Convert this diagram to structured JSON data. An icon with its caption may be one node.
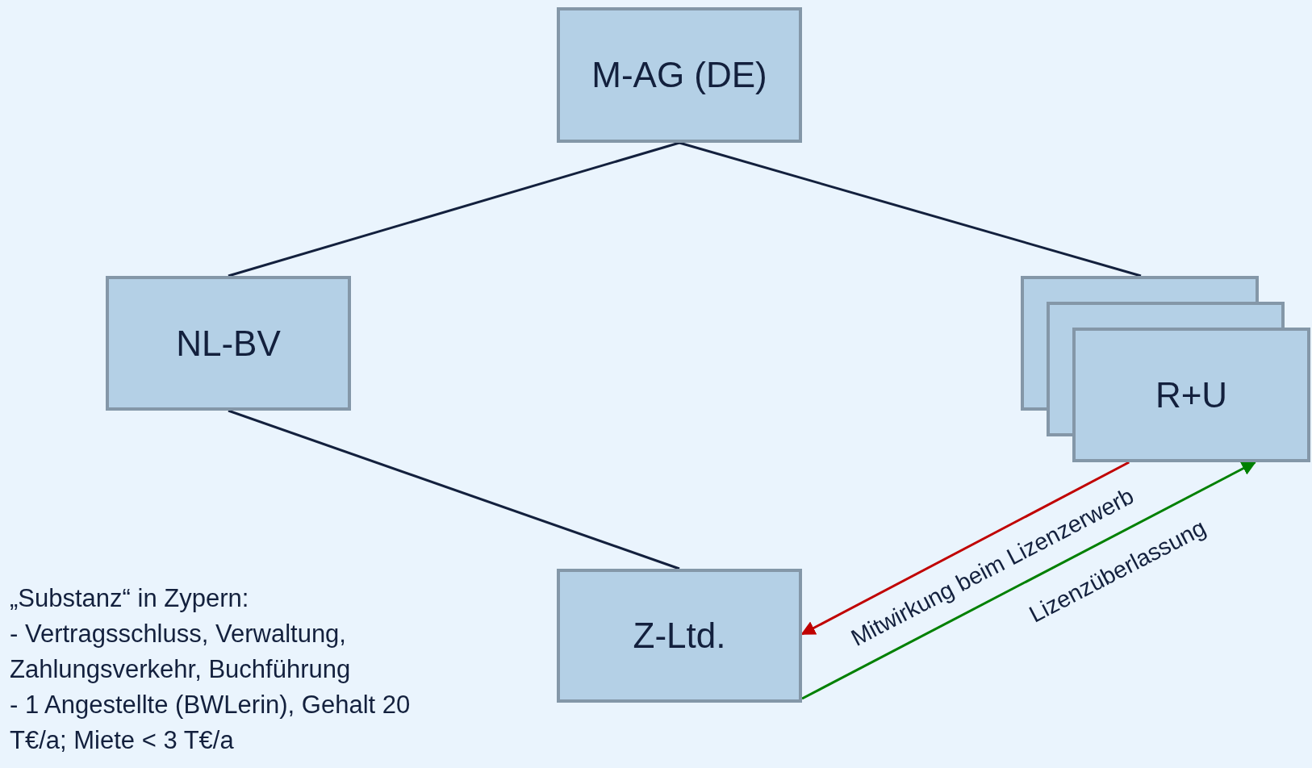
{
  "diagram": {
    "nodes": [
      {
        "text": [
          "M-AG (DE)"
        ]
      },
      {
        "text": [
          "NL-BV"
        ]
      },
      {
        "text": [
          "„Substanz“ in Zypern:",
          "- Vertragsschluss, Verwaltung, Zahlungsverkehr, Buchführung",
          "- 1 Angestellte (BWLerin), Gehalt 20 T€/a; Miete < 3 T€/a"
        ]
      },
      {
        "text": [
          "Z-Ltd."
        ]
      },
      {
        "text": [
          "R+U"
        ]
      }
    ],
    "edges": [
      {
        "from": 0,
        "to": 1,
        "arrow": "none"
      },
      {
        "from": 0,
        "to": 4,
        "arrow": "none"
      },
      {
        "from": 1,
        "to": 3,
        "arrow": "none"
      },
      {
        "from": 4,
        "to": 3,
        "arrow": "to",
        "label": "Mitwirkung beim Lizenzerwerb",
        "color": "#c00000"
      },
      {
        "from": 3,
        "to": 4,
        "arrow": "to",
        "label": "Lizenzüberlassung",
        "color": "#008000"
      }
    ]
  }
}
